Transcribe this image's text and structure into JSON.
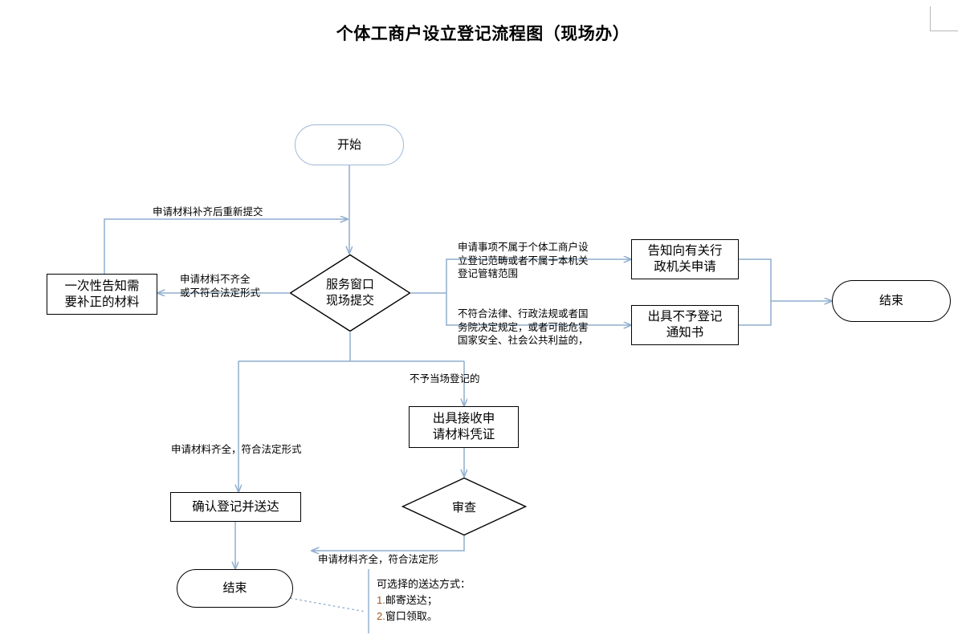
{
  "title": "个体工商户设立登记流程图（现场办）",
  "colors": {
    "connector": "#8faece",
    "node_border": "#000000",
    "start_border": "#9fb9d8",
    "background": "#ffffff",
    "note_number": "#a05a1f"
  },
  "nodes": {
    "start": {
      "label": "开始",
      "shape": "terminator"
    },
    "submit_decision": {
      "label": "服务窗口\n现场提交",
      "shape": "decision"
    },
    "notify_correction": {
      "label": "一次性告知需\n要补正的材料",
      "shape": "process"
    },
    "notify_other_agency": {
      "label": "告知向有关行\n政机关申请",
      "shape": "process"
    },
    "refusal_notice": {
      "label": "出具不予登记\n通知书",
      "shape": "process"
    },
    "end_right": {
      "label": "结束",
      "shape": "terminator"
    },
    "receipt_voucher": {
      "label": "出具接收申\n请材料凭证",
      "shape": "process"
    },
    "review_decision": {
      "label": "审查",
      "shape": "decision"
    },
    "confirm_register": {
      "label": "确认登记并送达",
      "shape": "process"
    },
    "end_bottom": {
      "label": "结束",
      "shape": "terminator"
    }
  },
  "edge_labels": {
    "resubmit": "申请材料补齐后重新提交",
    "incomplete": "申请材料不齐全\n或不符合法定形式",
    "out_of_scope": "申请事项不属于个体工商户设\n立登记范畴或者不属于本机关\n登记管辖范围",
    "illegal": "不符合法律、行政法规或者国\n务院决定规定，或者可能危害\n国家安全、社会公共利益的，",
    "not_onsite": "不予当场登记的",
    "complete_left": "申请材料齐全，符合法定形式",
    "complete_bottom": "申请材料齐全，符合法定形"
  },
  "note": {
    "heading": "可选择的送达方式：",
    "items": [
      "邮寄送达；",
      "窗口领取。"
    ],
    "numbers": [
      "1.",
      "2."
    ]
  }
}
